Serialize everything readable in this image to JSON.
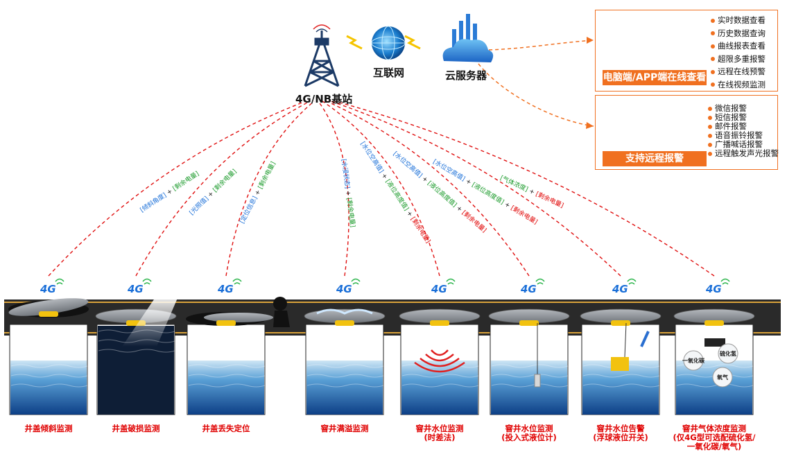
{
  "network": {
    "base_station": "4G/NB基站",
    "internet": "互联网",
    "cloud": "云服务器"
  },
  "online_panel": {
    "title": "电脑端/APP端在线查看",
    "features": [
      "实时数据查看",
      "历史数据查询",
      "曲线报表查看",
      "超限多重报警",
      "远程在线预警",
      "在线视频监测"
    ]
  },
  "alarm_panel": {
    "title": "支持远程报警",
    "features": [
      "微信报警",
      "短信报警",
      "邮件报警",
      "语音振铃报警",
      "广播喊话报警",
      "远程触发声光报警"
    ]
  },
  "badge_text": "4G",
  "links": [
    {
      "parts": [
        {
          "t": "[倾斜角度]",
          "c": "#1a6fd8"
        },
        {
          "t": " + ",
          "c": "#111"
        },
        {
          "t": "[剩余电量]",
          "c": "#1a9a2a"
        }
      ]
    },
    {
      "parts": [
        {
          "t": "[光照值]",
          "c": "#1a6fd8"
        },
        {
          "t": " + ",
          "c": "#111"
        },
        {
          "t": "[剩余电量]",
          "c": "#1a9a2a"
        }
      ]
    },
    {
      "parts": [
        {
          "t": "[定位信息]",
          "c": "#1a6fd8"
        },
        {
          "t": " + ",
          "c": "#111"
        },
        {
          "t": "[剩余电量]",
          "c": "#1a9a2a"
        }
      ]
    },
    {
      "parts": [
        {
          "t": "[水浸状态]",
          "c": "#1a6fd8"
        },
        {
          "t": " + ",
          "c": "#111"
        },
        {
          "t": "[剩余电量]",
          "c": "#1a9a2a"
        }
      ]
    },
    {
      "parts": [
        {
          "t": "[水位空高值]",
          "c": "#1a6fd8"
        },
        {
          "t": " + ",
          "c": "#111"
        },
        {
          "t": "[液位高度值]",
          "c": "#1a9a2a"
        },
        {
          "t": " + ",
          "c": "#111"
        },
        {
          "t": "[剩余电量]",
          "c": "#e00000"
        }
      ]
    },
    {
      "parts": [
        {
          "t": "[水位空高值]",
          "c": "#1a6fd8"
        },
        {
          "t": " + ",
          "c": "#111"
        },
        {
          "t": "[液位高度值]",
          "c": "#1a9a2a"
        },
        {
          "t": " + ",
          "c": "#111"
        },
        {
          "t": "[剩余电量]",
          "c": "#e00000"
        }
      ]
    },
    {
      "parts": [
        {
          "t": "[水位空高值]",
          "c": "#1a6fd8"
        },
        {
          "t": " + ",
          "c": "#111"
        },
        {
          "t": "[液位高度值]",
          "c": "#1a9a2a"
        },
        {
          "t": " + ",
          "c": "#111"
        },
        {
          "t": "[剩余电量]",
          "c": "#e00000"
        }
      ]
    },
    {
      "parts": [
        {
          "t": "[气体浓度]",
          "c": "#1a9a2a"
        },
        {
          "t": " + ",
          "c": "#111"
        },
        {
          "t": "[剩余电量]",
          "c": "#e00000"
        }
      ]
    }
  ],
  "scenarios": [
    {
      "name": "井盖倾斜监测"
    },
    {
      "name": "井盖破损监测"
    },
    {
      "name": "井盖丢失定位"
    },
    {
      "name": "窨井满溢监测"
    },
    {
      "name": "窨井水位监测",
      "sub": "(时差法)"
    },
    {
      "name": "窨井水位监测",
      "sub": "(投入式液位计)"
    },
    {
      "name": "窨井水位告警",
      "sub": "(浮球液位开关)"
    },
    {
      "name": "窨井气体浓度监测",
      "sub": "(仅4G型可选配硫化氢/",
      "sub2": "一氧化碳/氧气)"
    }
  ],
  "gas_labels": [
    "一氧化碳",
    "硫化氢",
    "氧气"
  ]
}
